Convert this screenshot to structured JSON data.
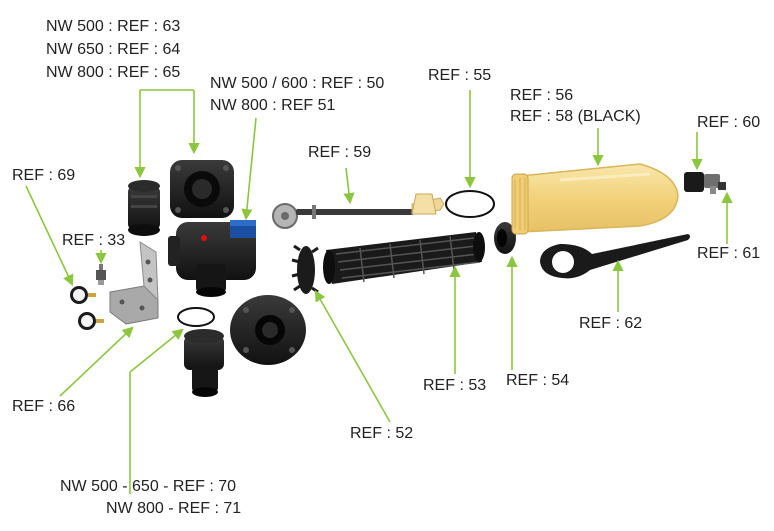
{
  "labels": {
    "nw500_ref63": "NW 500 : REF : 63",
    "nw650_ref64": "NW 650 : REF : 64",
    "nw800_ref65": "NW 800 : REF : 65",
    "ref69": "REF : 69",
    "ref33": "REF : 33",
    "ref66": "REF : 66",
    "nw500_600_ref50": "NW 500 / 600 : REF : 50",
    "nw800_ref51": "NW 800 : REF 51",
    "ref59": "REF : 59",
    "ref55": "REF : 55",
    "ref56": "REF : 56",
    "ref58_black": "REF : 58 (BLACK)",
    "ref60": "REF : 60",
    "ref61": "REF : 61",
    "ref62": "REF : 62",
    "ref53": "REF : 53",
    "ref54": "REF : 54",
    "ref52": "REF : 52",
    "nw500_650_ref70": "NW 500 - 650 - REF : 70",
    "nw800_ref71": "NW 800 - REF : 71"
  },
  "colors": {
    "leader_line": "#8cc63f",
    "part_dark": "#1e1e1e",
    "bowl_amber": "#f3d98a",
    "label_text": "#222222"
  }
}
